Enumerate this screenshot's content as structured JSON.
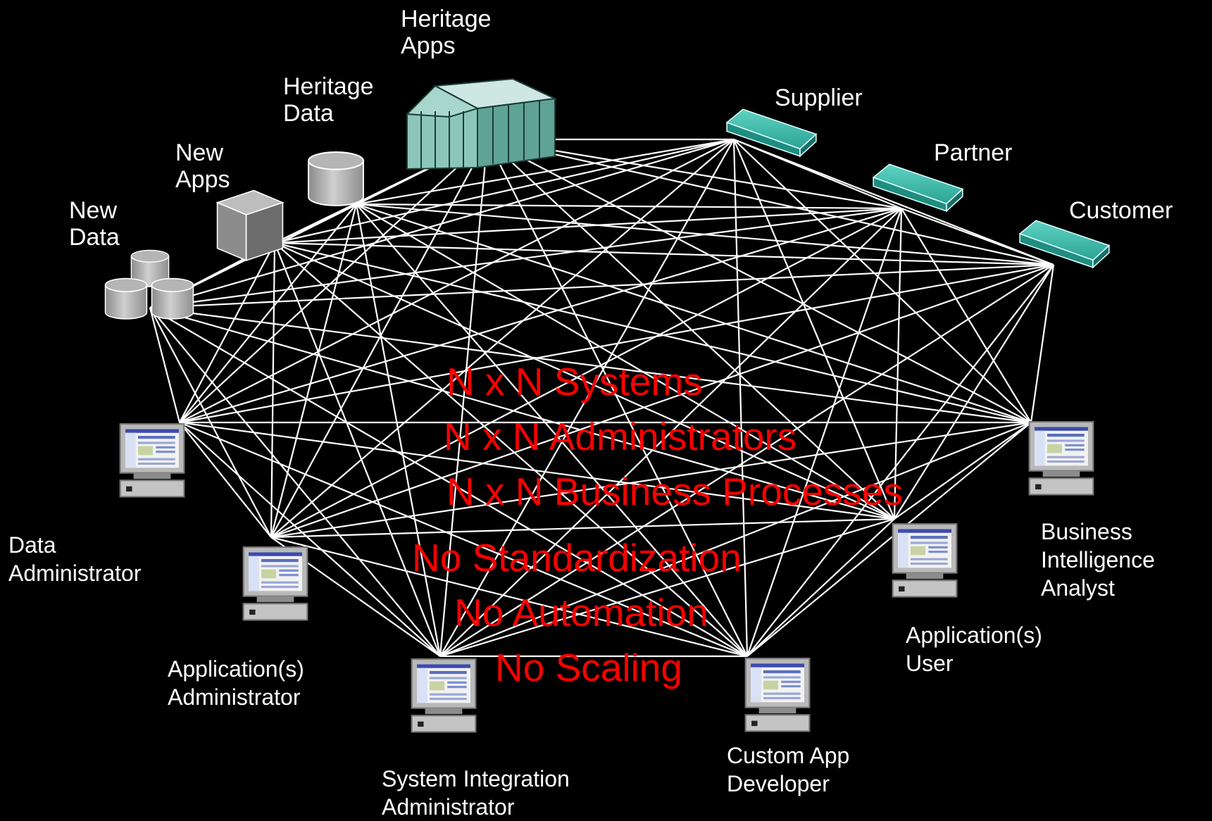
{
  "sources": [
    {
      "id": "new_data",
      "label": [
        "New",
        "Data"
      ],
      "icon": "database-cluster-icon"
    },
    {
      "id": "new_apps",
      "label": [
        "New",
        "Apps"
      ],
      "icon": "server-rack-icon"
    },
    {
      "id": "heritage_data",
      "label": [
        "Heritage",
        "Data"
      ],
      "icon": "database-icon"
    },
    {
      "id": "heritage_apps",
      "label": [
        "Heritage",
        "Apps"
      ],
      "icon": "mainframe-icon"
    },
    {
      "id": "supplier",
      "label": [
        "Supplier"
      ],
      "icon": "network-box-icon"
    },
    {
      "id": "partner",
      "label": [
        "Partner"
      ],
      "icon": "network-box-icon"
    },
    {
      "id": "customer",
      "label": [
        "Customer"
      ],
      "icon": "network-box-icon"
    }
  ],
  "roles": [
    {
      "id": "data_admin",
      "label": [
        "Data",
        "Administrator"
      ],
      "icon": "workstation-icon"
    },
    {
      "id": "app_admin",
      "label": [
        "Application(s)",
        "Administrator"
      ],
      "icon": "workstation-icon"
    },
    {
      "id": "sys_int_admin",
      "label": [
        "System Integration",
        "Administrator"
      ],
      "icon": "workstation-icon"
    },
    {
      "id": "custom_dev",
      "label": [
        "Custom App",
        "Developer"
      ],
      "icon": "workstation-icon"
    },
    {
      "id": "app_user",
      "label": [
        "Application(s)",
        "User"
      ],
      "icon": "workstation-icon"
    },
    {
      "id": "bi_analyst",
      "label": [
        "Business",
        "Intelligence",
        "Analyst"
      ],
      "icon": "workstation-icon"
    }
  ],
  "overlay": {
    "lines": [
      "N x N Systems",
      "N x N Administrators",
      "N x N Business Processes",
      "No Standardization",
      "No Automation",
      "No Scaling"
    ],
    "color": "#ff0000"
  },
  "colors": {
    "background": "#000000",
    "connector": "#ffffff",
    "network_box": "#2a9d8f",
    "mainframe": "#7fb8ad",
    "database": "#a9a9a9"
  }
}
